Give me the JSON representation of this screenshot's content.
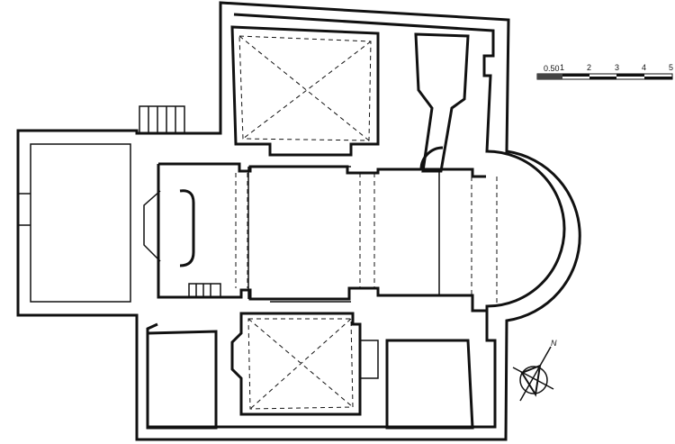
{
  "scale_bar": {
    "labels": [
      "0.50",
      "1",
      "2",
      "3",
      "4",
      "5"
    ]
  },
  "north_arrow": {
    "label": "N"
  }
}
